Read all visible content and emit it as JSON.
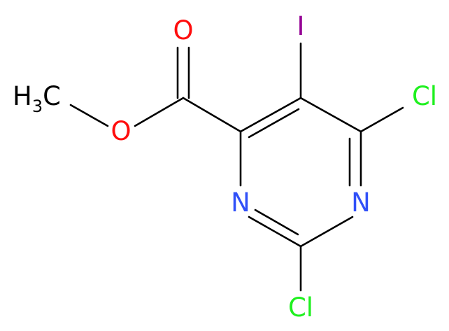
{
  "molecule": {
    "atoms": {
      "o_carbonyl": "O",
      "o_ester": "O",
      "methyl_h": "H",
      "methyl_sub": "3",
      "methyl_c": "C",
      "iodine": "I",
      "cl_top": "Cl",
      "cl_bottom": "Cl",
      "n_left": "N",
      "n_right": "N"
    },
    "colors": {
      "bond": "#000000",
      "oxygen": "#ff0d0d",
      "iodine": "#940094",
      "chlorine": "#1ff01f",
      "nitrogen": "#3050f8",
      "carbon": "#000000"
    }
  }
}
